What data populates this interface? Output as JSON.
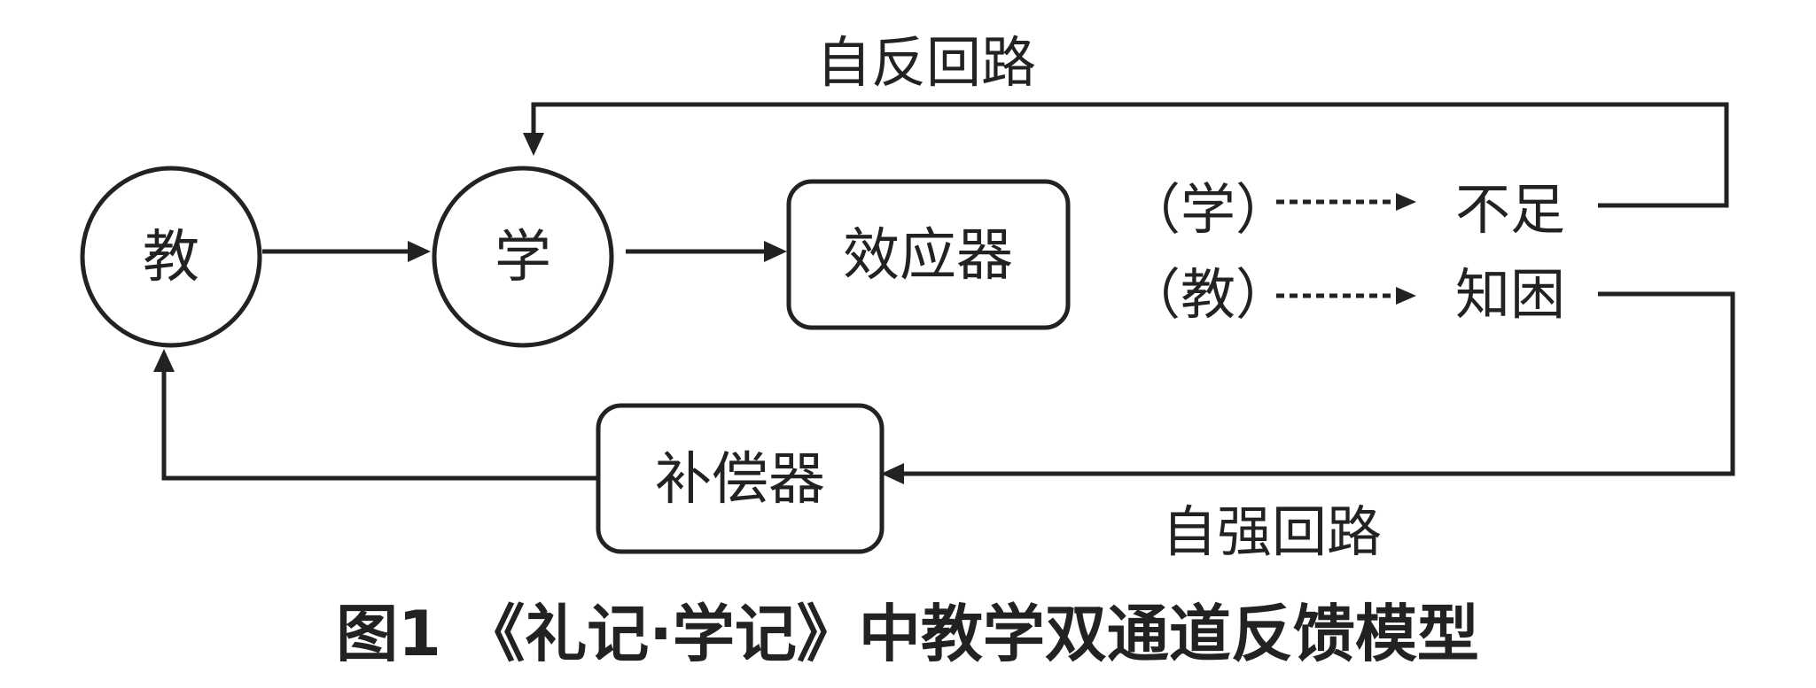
{
  "nodes": {
    "teach": "教",
    "learn": "学",
    "effector": "效应器",
    "compensator": "补偿器"
  },
  "labels": {
    "self_reflection_loop": "自反回路",
    "self_strengthening_loop": "自强回路",
    "learn_paren": "（学）",
    "teach_paren": "（教）",
    "insufficiency": "不足",
    "know_difficulty": "知困"
  },
  "caption": "图1 《礼记·学记》中教学双通道反馈模型"
}
